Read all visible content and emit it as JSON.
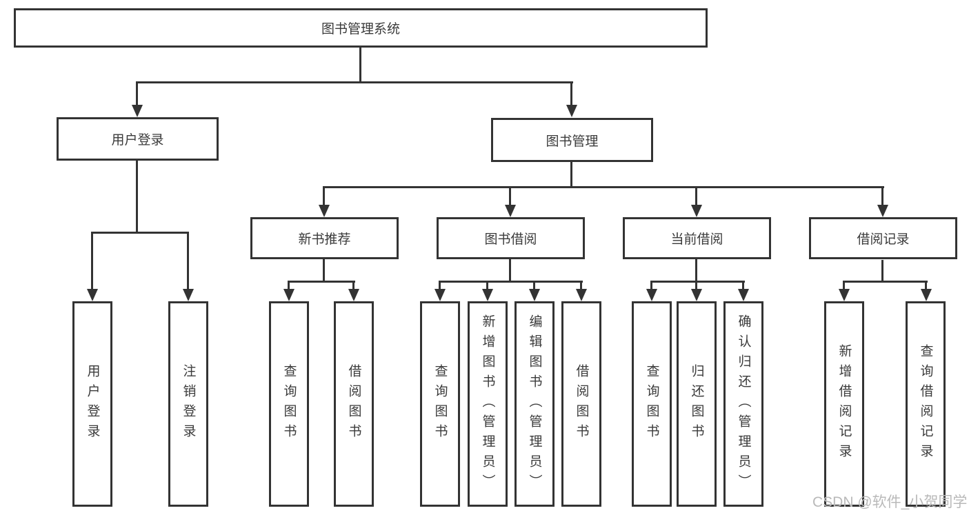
{
  "colors": {
    "line": "#333333",
    "text": "#3a3a3a",
    "watermark": "#b9b9b9",
    "bg": "#ffffff"
  },
  "root": {
    "label": "图书管理系统"
  },
  "user_login": {
    "label": "用户登录",
    "children": [
      "用户登录",
      "注销登录"
    ]
  },
  "book_management": {
    "label": "图书管理",
    "sections": [
      {
        "label": "新书推荐",
        "children": [
          "查询图书",
          "借阅图书"
        ]
      },
      {
        "label": "图书借阅",
        "children": [
          "查询图书",
          "新增图书（管理员）",
          "编辑图书（管理员）",
          "借阅图书"
        ]
      },
      {
        "label": "当前借阅",
        "children": [
          "查询图书",
          "归还图书",
          "确认归还（管理员）"
        ]
      },
      {
        "label": "借阅记录",
        "children": [
          "新增借阅记录",
          "查询借阅记录"
        ]
      }
    ]
  },
  "watermark": "CSDN @软件_小贺同学"
}
